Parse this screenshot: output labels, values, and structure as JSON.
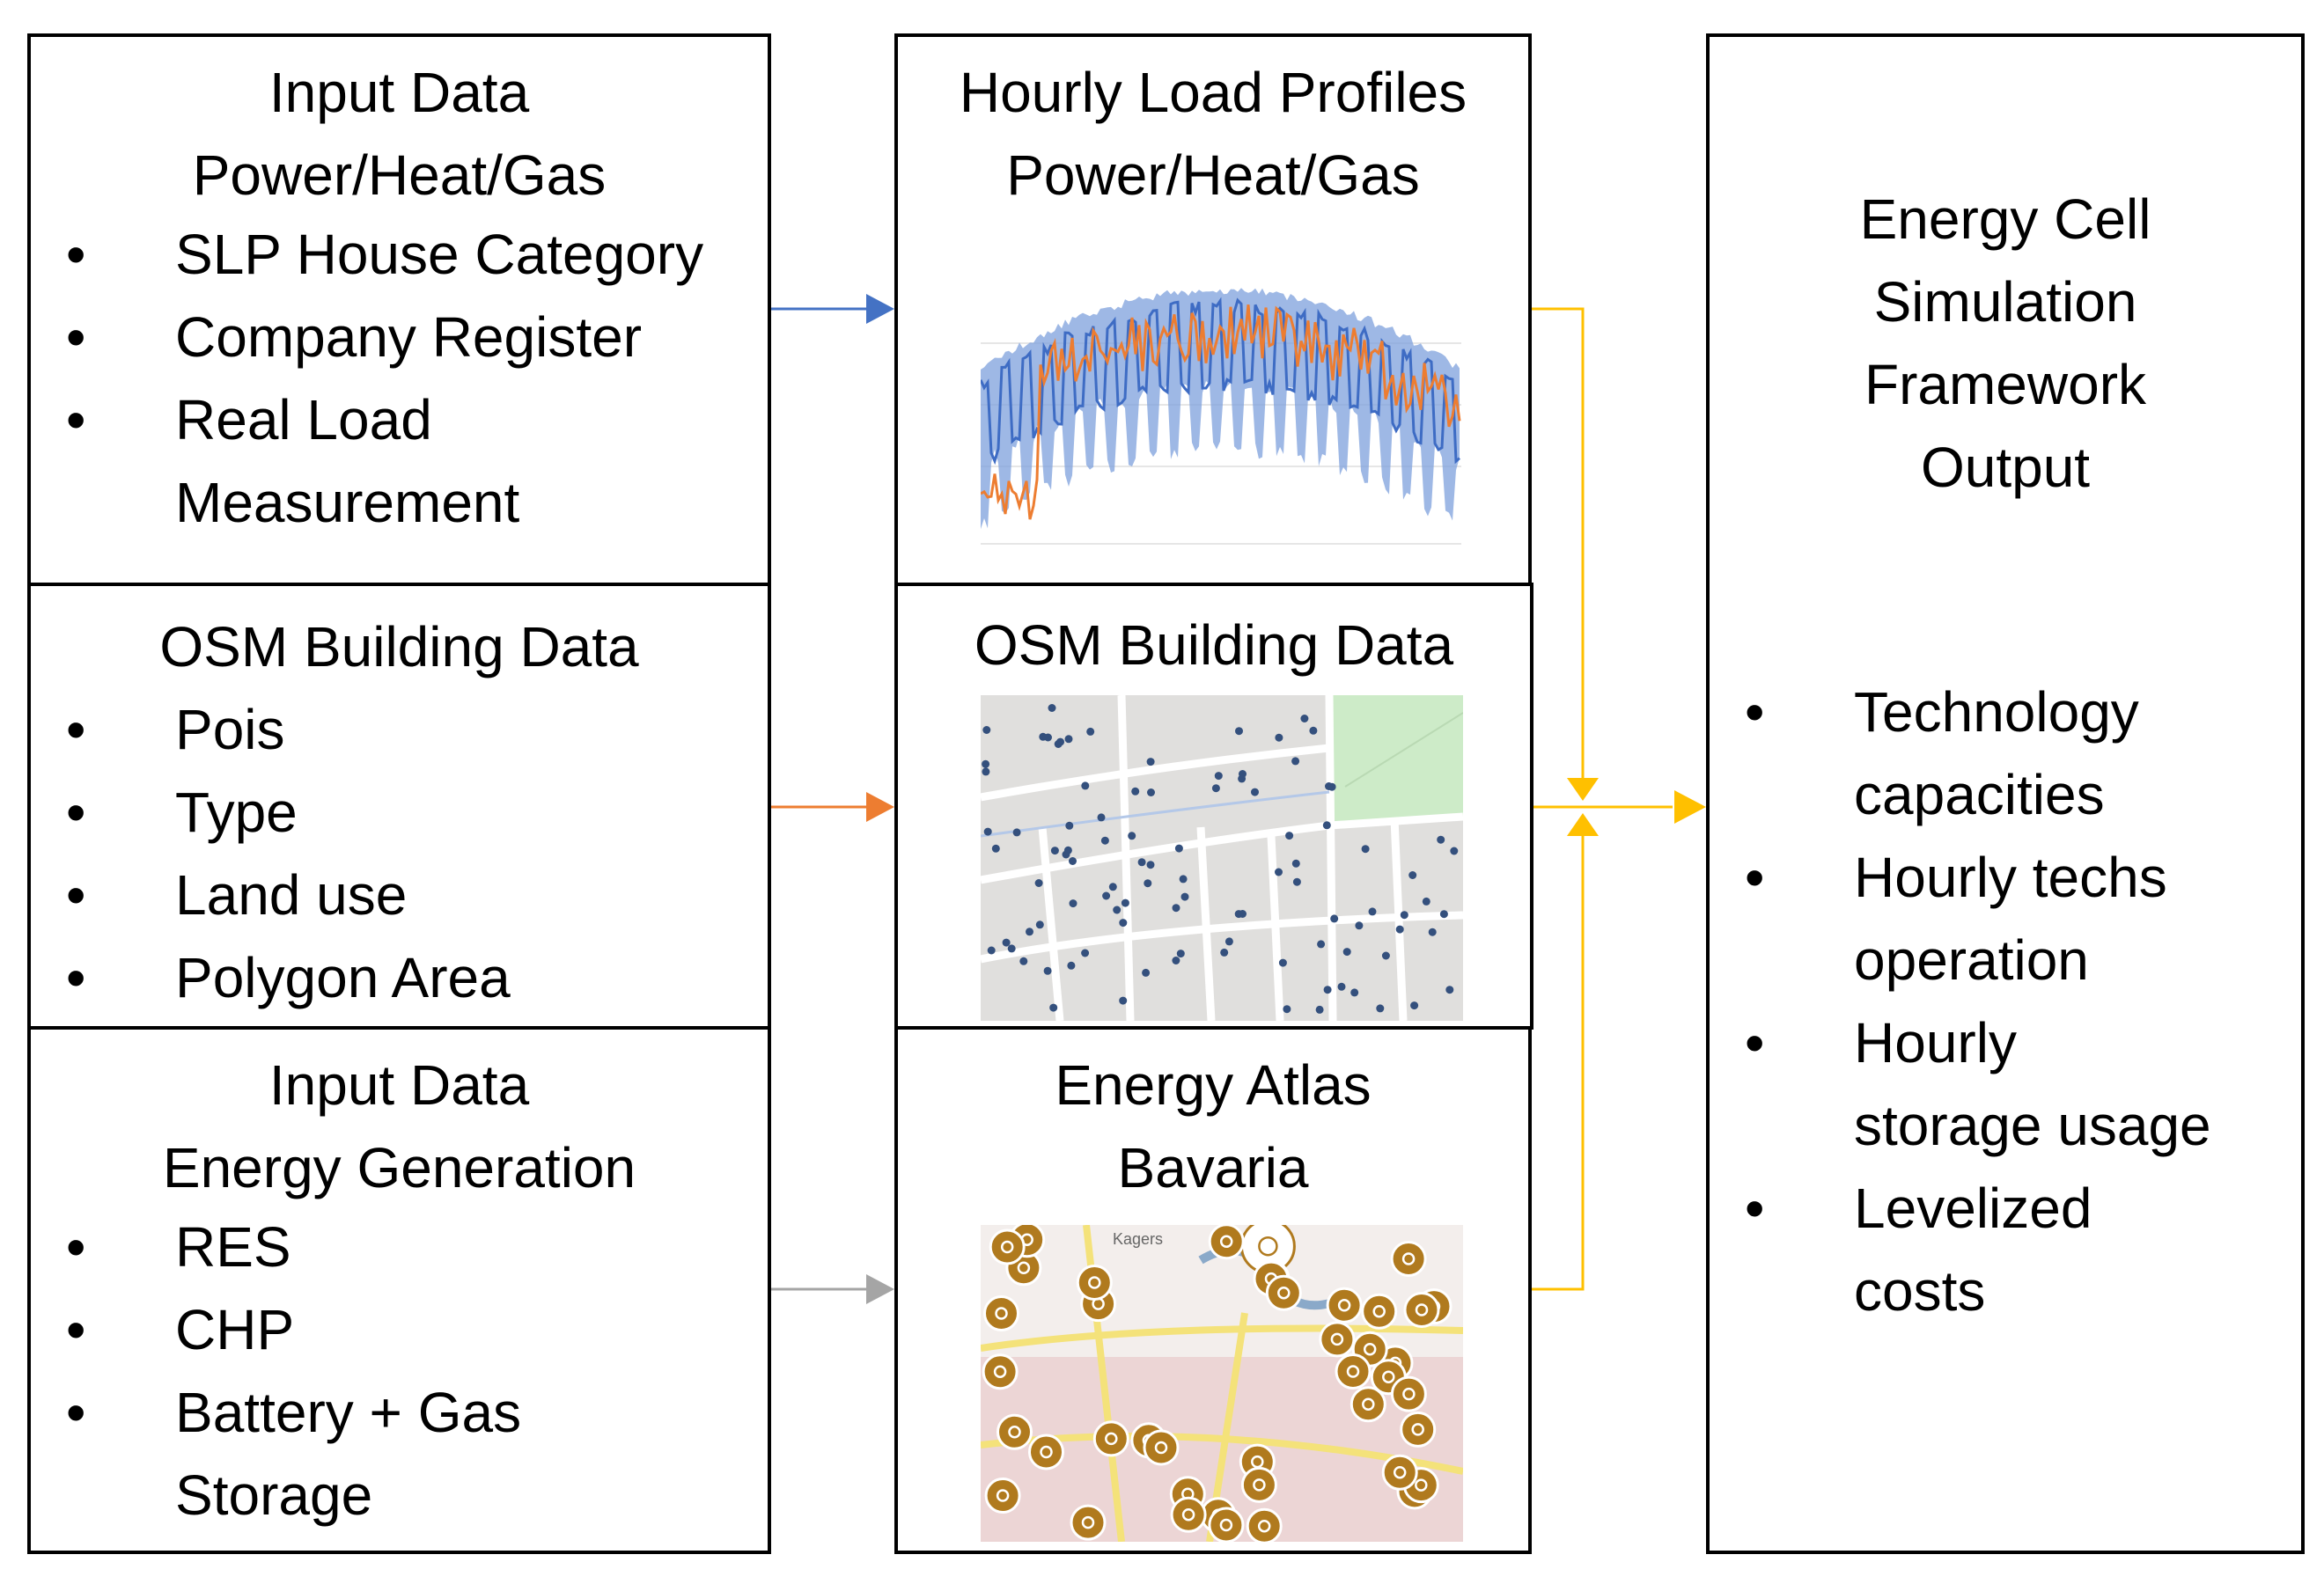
{
  "left_boxes": [
    {
      "title_lines": [
        "Input Data",
        "Power/Heat/Gas"
      ],
      "items": [
        [
          "SLP House Category"
        ],
        [
          "Company Register"
        ],
        [
          "Real Load",
          "Measurement"
        ]
      ]
    },
    {
      "title_lines": [
        "OSM Building Data"
      ],
      "items": [
        [
          "Pois"
        ],
        [
          "Type"
        ],
        [
          "Land use"
        ],
        [
          "Polygon Area"
        ]
      ]
    },
    {
      "title_lines": [
        "Input Data",
        "Energy Generation"
      ],
      "items": [
        [
          "RES"
        ],
        [
          "CHP"
        ],
        [
          "Battery + Gas",
          "Storage"
        ]
      ]
    }
  ],
  "middle_boxes": [
    {
      "title_lines": [
        "Hourly Load Profiles",
        "Power/Heat/Gas"
      ],
      "image": "load-profile-chart"
    },
    {
      "title_lines": [
        "OSM Building Data"
      ],
      "image": "osm-map"
    },
    {
      "title_lines": [
        "Energy Atlas",
        "Bavaria"
      ],
      "image": "energy-atlas-map",
      "map_label": "Kagers"
    }
  ],
  "output_box": {
    "title_lines": [
      "Energy Cell",
      "Simulation",
      "Framework",
      "Output"
    ],
    "items": [
      [
        "Technology",
        "capacities"
      ],
      [
        "Hourly techs",
        "operation"
      ],
      [
        "Hourly",
        "storage usage"
      ],
      [
        "Levelized",
        "costs"
      ]
    ]
  },
  "bullet_glyph": "•",
  "colors": {
    "blue": "#4472C4",
    "orange": "#ED7D31",
    "gray": "#A5A5A5",
    "yellow": "#FFC000"
  }
}
